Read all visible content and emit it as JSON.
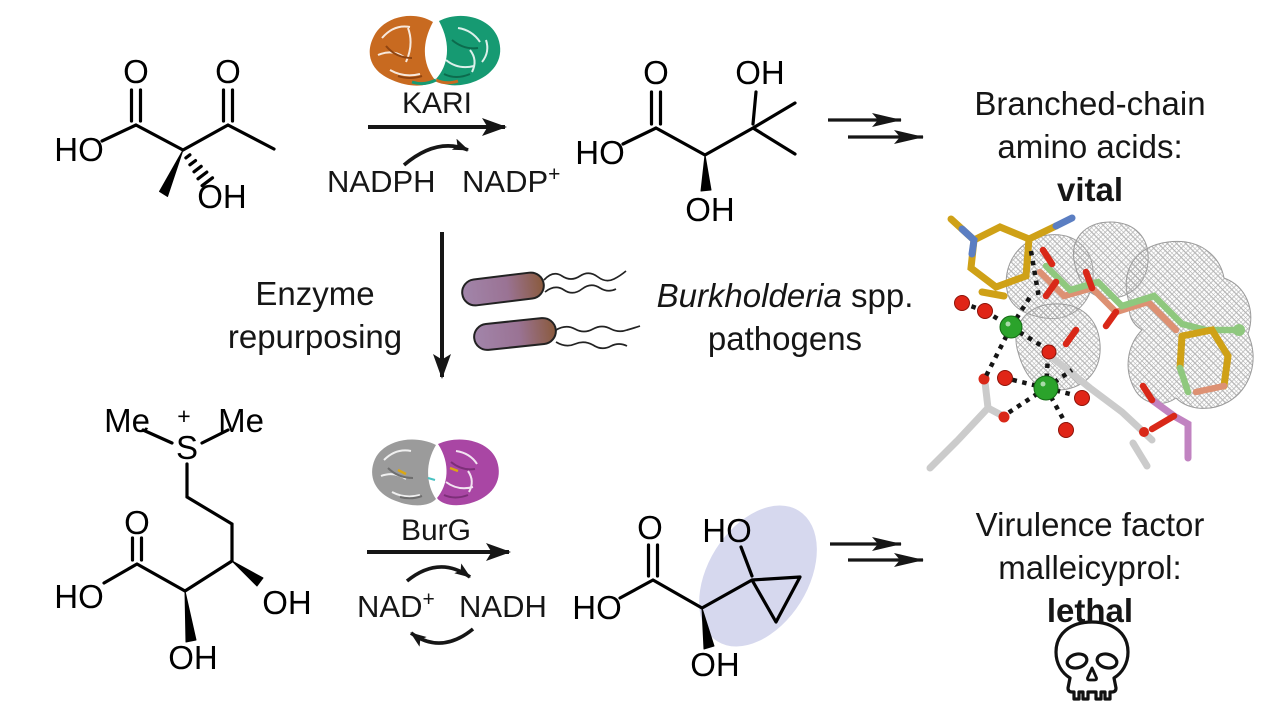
{
  "atoms": {
    "o": "O",
    "ho": "HO",
    "oh": "OH",
    "me": "Me",
    "s": "S",
    "plus": "+"
  },
  "top_reaction": {
    "enzyme": "KARI",
    "cofactor_from": "NADPH",
    "cofactor_to_base": "NADP",
    "cofactor_to_sup": "+",
    "outcome": {
      "line1": "Branched-chain",
      "line2": "amino acids:",
      "emphasis": "vital"
    }
  },
  "repurposing": {
    "line1": "Enzyme",
    "line2": "repurposing"
  },
  "pathogens": {
    "genus": "Burkholderia",
    "suffix": " spp.",
    "line2": "pathogens"
  },
  "bottom_reaction": {
    "enzyme": "BurG",
    "cofactor_from_base": "NAD",
    "cofactor_from_sup": "+",
    "cofactor_to": "NADH",
    "outcome": {
      "line1": "Virulence factor",
      "line2": "malleicyprol:",
      "emphasis": "lethal"
    }
  },
  "colors": {
    "highlight_ellipse": "#d6d8ee",
    "kari_orange": "#c86a20",
    "kari_teal": "#169a72",
    "burg_gray": "#9b9b9b",
    "burg_magenta": "#a946a4",
    "bacteria_purple": "#a285aa",
    "bacteria_brown": "#8a5a3c",
    "magnesium_green": "#2ba32b",
    "water_red": "#e02517",
    "mesh_gray": "#a5a5a5"
  }
}
